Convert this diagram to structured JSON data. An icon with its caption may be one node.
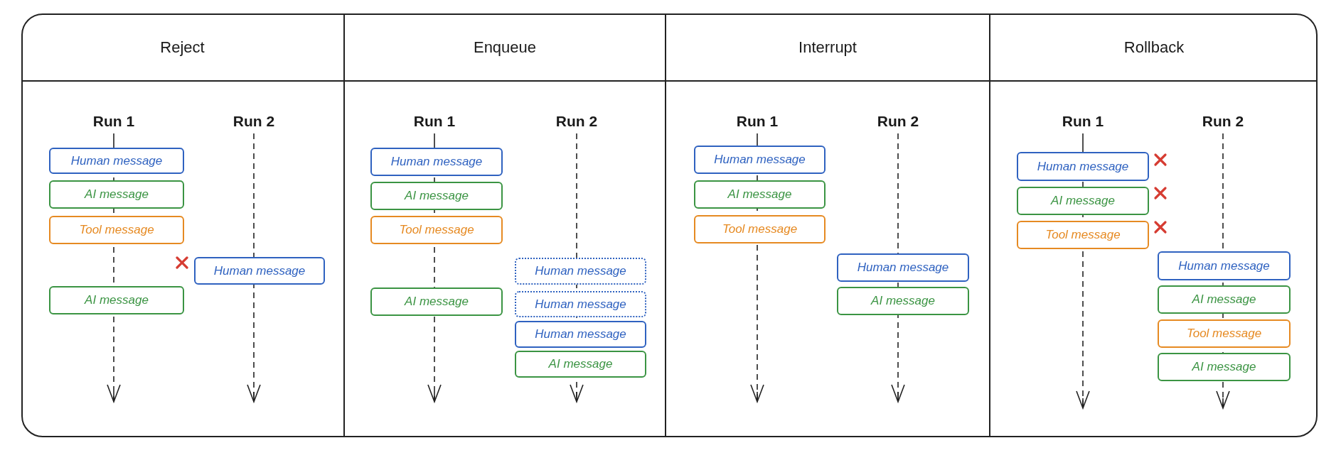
{
  "diagram": {
    "nodes": [
      {
        "text": [
          "Reject"
        ]
      },
      {
        "text": [
          "Human message"
        ],
        "in": 0
      },
      {
        "text": [
          "AI message"
        ],
        "in": 0
      },
      {
        "text": [
          "Tool message"
        ],
        "in": 0
      },
      {
        "text": [
          "Human message"
        ],
        "in": 0
      },
      {
        "text": [
          "AI message"
        ],
        "in": 0
      },
      {
        "text": [
          "Enqueue"
        ]
      },
      {
        "text": [
          "Human message"
        ],
        "in": 6
      },
      {
        "text": [
          "AI message"
        ],
        "in": 6
      },
      {
        "text": [
          "Tool message"
        ],
        "in": 6
      },
      {
        "text": [
          "Human message"
        ],
        "in": 6
      },
      {
        "text": [
          "AI message"
        ],
        "in": 6
      },
      {
        "text": [
          "Human message"
        ],
        "in": 6
      },
      {
        "text": [
          "Human message"
        ],
        "in": 6
      },
      {
        "text": [
          "AI message"
        ],
        "in": 6
      },
      {
        "text": [
          "Interrupt"
        ]
      },
      {
        "text": [
          "Human message"
        ],
        "in": 15
      },
      {
        "text": [
          "AI message"
        ],
        "in": 15
      },
      {
        "text": [
          "Tool message"
        ],
        "in": 15
      },
      {
        "text": [
          "Human message"
        ],
        "in": 15
      },
      {
        "text": [
          "AI message"
        ],
        "in": 15
      },
      {
        "text": [
          "Rollback"
        ]
      },
      {
        "text": [
          "Human message"
        ],
        "in": 21
      },
      {
        "text": [
          "AI message"
        ],
        "in": 21
      },
      {
        "text": [
          "Tool message"
        ],
        "in": 21
      },
      {
        "text": [
          "Human message"
        ],
        "in": 21
      },
      {
        "text": [
          "AI message"
        ],
        "in": 21
      },
      {
        "text": [
          "Tool message"
        ],
        "in": 21
      },
      {
        "text": [
          "AI message"
        ],
        "in": 21
      }
    ],
    "labels": [
      "Run 1",
      "Run 2",
      "Run 1",
      "Run 2",
      "Run 1",
      "Run 2",
      "Run 1",
      "Run 2"
    ]
  }
}
